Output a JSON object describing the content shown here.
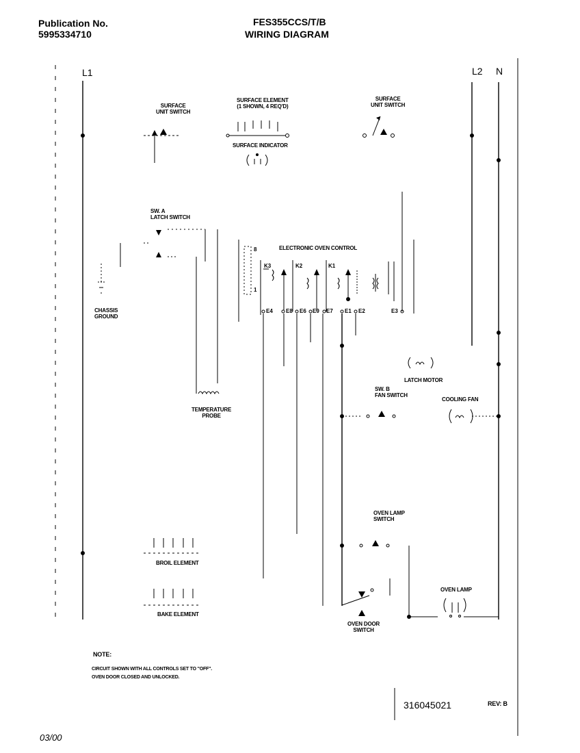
{
  "header": {
    "publication_label": "Publication No.",
    "publication_number": "5995334710",
    "model": "FES355CCS/T/B",
    "title": "WIRING DIAGRAM"
  },
  "buses": {
    "l1": "L1",
    "l2": "L2",
    "n": "N"
  },
  "components": {
    "surface_unit_switch_left": "SURFACE\nUNIT SWITCH",
    "surface_element": "SURFACE ELEMENT\n(1 SHOWN, 4 REQ'D)",
    "surface_indicator": "SURFACE INDICATOR",
    "surface_unit_switch_right": "SURFACE\nUNIT SWITCH",
    "latch_switch": "SW. A\nLATCH SWITCH",
    "electronic_oven_control": "ELECTRONIC OVEN CONTROL",
    "chassis_ground": "CHASSIS\nGROUND",
    "temperature_probe": "TEMPERATURE\nPROBE",
    "latch_motor": "LATCH MOTOR",
    "fan_switch": "SW. B\nFAN SWITCH",
    "cooling_fan": "COOLING FAN",
    "oven_lamp_switch": "OVEN LAMP\nSWITCH",
    "broil_element": "BROIL ELEMENT",
    "bake_element": "BAKE ELEMENT",
    "oven_lamp": "OVEN LAMP",
    "oven_door_switch": "OVEN DOOR\nSWITCH"
  },
  "control": {
    "relays": [
      "K3",
      "K2",
      "K1"
    ],
    "connector_label": "8",
    "connector_label_low": "1",
    "terminals": [
      "E4",
      "E8",
      "E6",
      "E9",
      "E7",
      "E1",
      "E2",
      "E3"
    ]
  },
  "note": {
    "title": "NOTE:",
    "line1": "CIRCUIT SHOWN WITH ALL CONTROLS SET TO \"OFF\".",
    "line2": "OVEN DOOR CLOSED AND UNLOCKED."
  },
  "footer": {
    "diagram_number": "316045021",
    "revision": "REV: B",
    "date": "03/00"
  }
}
